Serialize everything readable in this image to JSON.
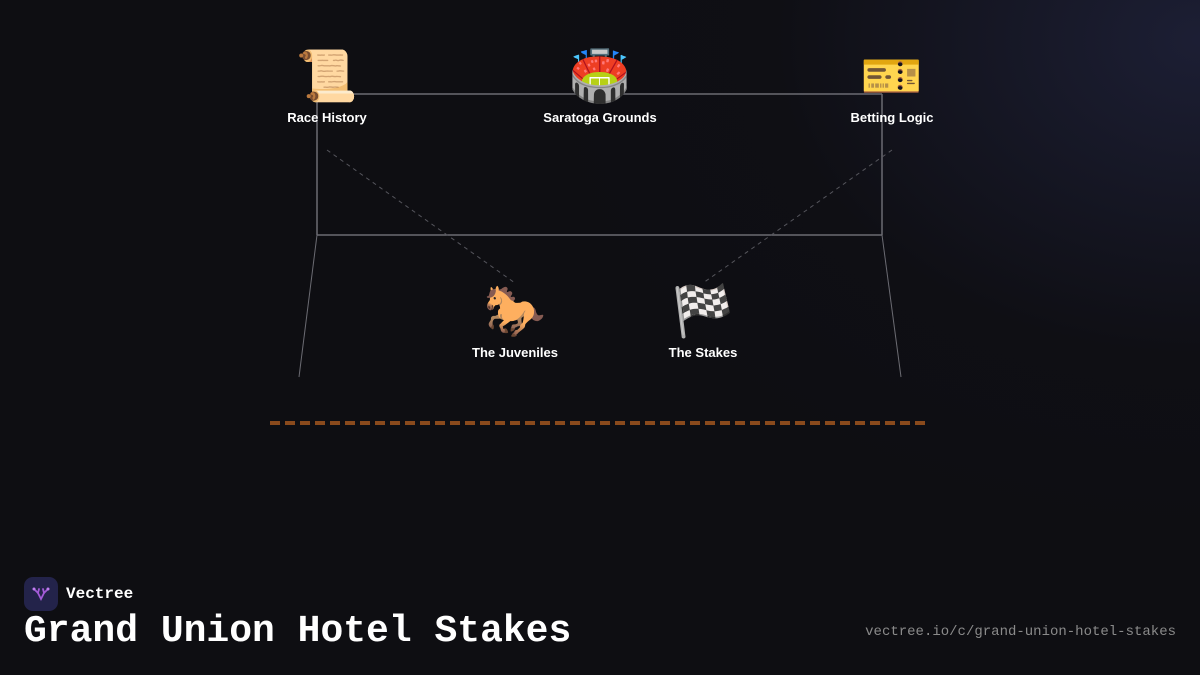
{
  "diagram": {
    "nodes": [
      {
        "id": "race-history",
        "label": "Race History",
        "icon": "scroll-icon",
        "glyph": "📜"
      },
      {
        "id": "saratoga-grounds",
        "label": "Saratoga Grounds",
        "icon": "stadium-icon",
        "glyph": "🏟️"
      },
      {
        "id": "betting-logic",
        "label": "Betting Logic",
        "icon": "ticket-icon",
        "glyph": "🎫"
      },
      {
        "id": "the-juveniles",
        "label": "The Juveniles",
        "icon": "horse-icon",
        "glyph": "🐎"
      },
      {
        "id": "the-stakes",
        "label": "The Stakes",
        "icon": "checkered-flag-icon",
        "glyph": "🏁"
      }
    ],
    "colors": {
      "line": "#6b6b72",
      "dashed_line": "#55555c",
      "track": "#8a4a1c",
      "background": "#0e0e12"
    }
  },
  "footer": {
    "brand": "Vectree",
    "title": "Grand Union Hotel Stakes",
    "url": "vectree.io/c/grand-union-hotel-stakes",
    "logo_icon": "vectree-logo-icon",
    "logo_color": "#a35bd8"
  }
}
